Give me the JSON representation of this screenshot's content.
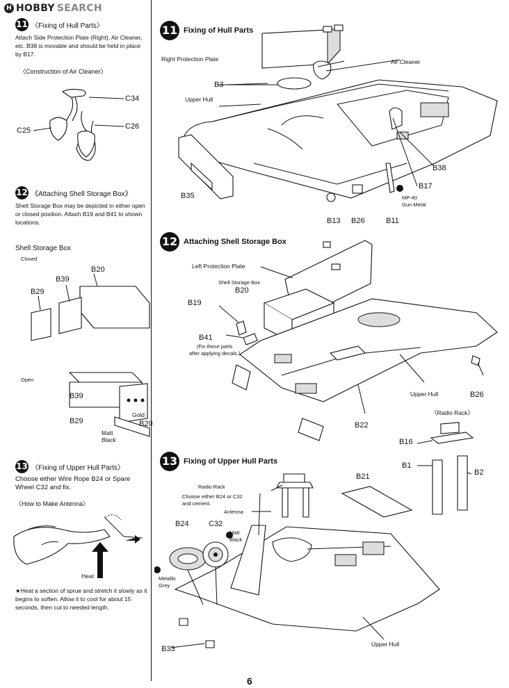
{
  "logo": {
    "brand": "HOBBY",
    "brand2": "SEARCH"
  },
  "page_number": "6",
  "left": {
    "step11": {
      "num": "11",
      "title": "〈Fixing of Hull Parts〉",
      "text": "Attach Side Protection Plate (Right), Air Cleaner, etc. B38 is movable and should be held in place by B17.",
      "sub": "〈Construction of Air Cleaner〉",
      "labels": [
        "C34",
        "C25",
        "C26"
      ]
    },
    "step12": {
      "num": "12",
      "title": "《Attaching Shell Storage Box》",
      "text": "Shell Storage Box may be depicted in either open or closed position. Attach B19 and B41 to shown locations.",
      "sub": "Shell Storage Box",
      "closed": "Closed",
      "open": "Open",
      "closed_labels": [
        "B20",
        "B39",
        "B29"
      ],
      "open_labels": [
        "B39",
        "B29",
        "B20"
      ],
      "gold": "Gold",
      "matt_black": "Matt\nBlack"
    },
    "step13": {
      "num": "13",
      "title": "〈Fixing of Upper Hull Parts〉",
      "text": "Choose either Wire Rope B24 or Spare Wheel C32 and fix.",
      "sub": "〈How to Make Antenna〉",
      "heat": "Heat",
      "note": "★Heat a section of sprue and stretch it slowly as it begins to soften. Allow it to cool for about 15 seconds, then cut to needed length."
    }
  },
  "right": {
    "step11": {
      "num": "11",
      "title": "Fixing of Hull Parts",
      "right_protection_plate": "Right Protection Plate",
      "air_cleaner": "Air Cleaner",
      "upper_hull": "Upper Hull",
      "mp40": "MP-40\nGun Metal",
      "labels": {
        "b3": "B3",
        "b35": "B35",
        "b13": "B13",
        "b26": "B26",
        "b11": "B11",
        "b17": "B17",
        "b38": "B38"
      }
    },
    "step12": {
      "num": "12",
      "title": "Attaching Shell Storage Box",
      "left_protection_plate": "Left Protection Plate",
      "shell_storage_box": "Shell Storage Box",
      "fix_note": "(Fix these parts\nafter applying decals.)",
      "upper_hull": "Upper Hull",
      "labels": {
        "b20": "B20",
        "b19": "B19",
        "b41": "B41",
        "b22": "B22",
        "b26": "B26"
      }
    },
    "radio_rack": {
      "title": "〈Radio Rack〉",
      "labels": {
        "b16": "B16",
        "b1": "B1",
        "b2": "B2"
      }
    },
    "step13": {
      "num": "13",
      "title": "Fixing of Upper Hull Parts",
      "radio_rack": "Radio Rack",
      "choose": "Choose either B24 or C32\nand cement.",
      "antenna": "Antenna",
      "matt_black": "Matt\nBlack",
      "metallic_grey": "Metallic\nGrey",
      "upper_hull": "Upper Hull",
      "labels": {
        "b21": "B21",
        "b24": "B24",
        "c32": "C32",
        "b33": "B33"
      }
    }
  }
}
